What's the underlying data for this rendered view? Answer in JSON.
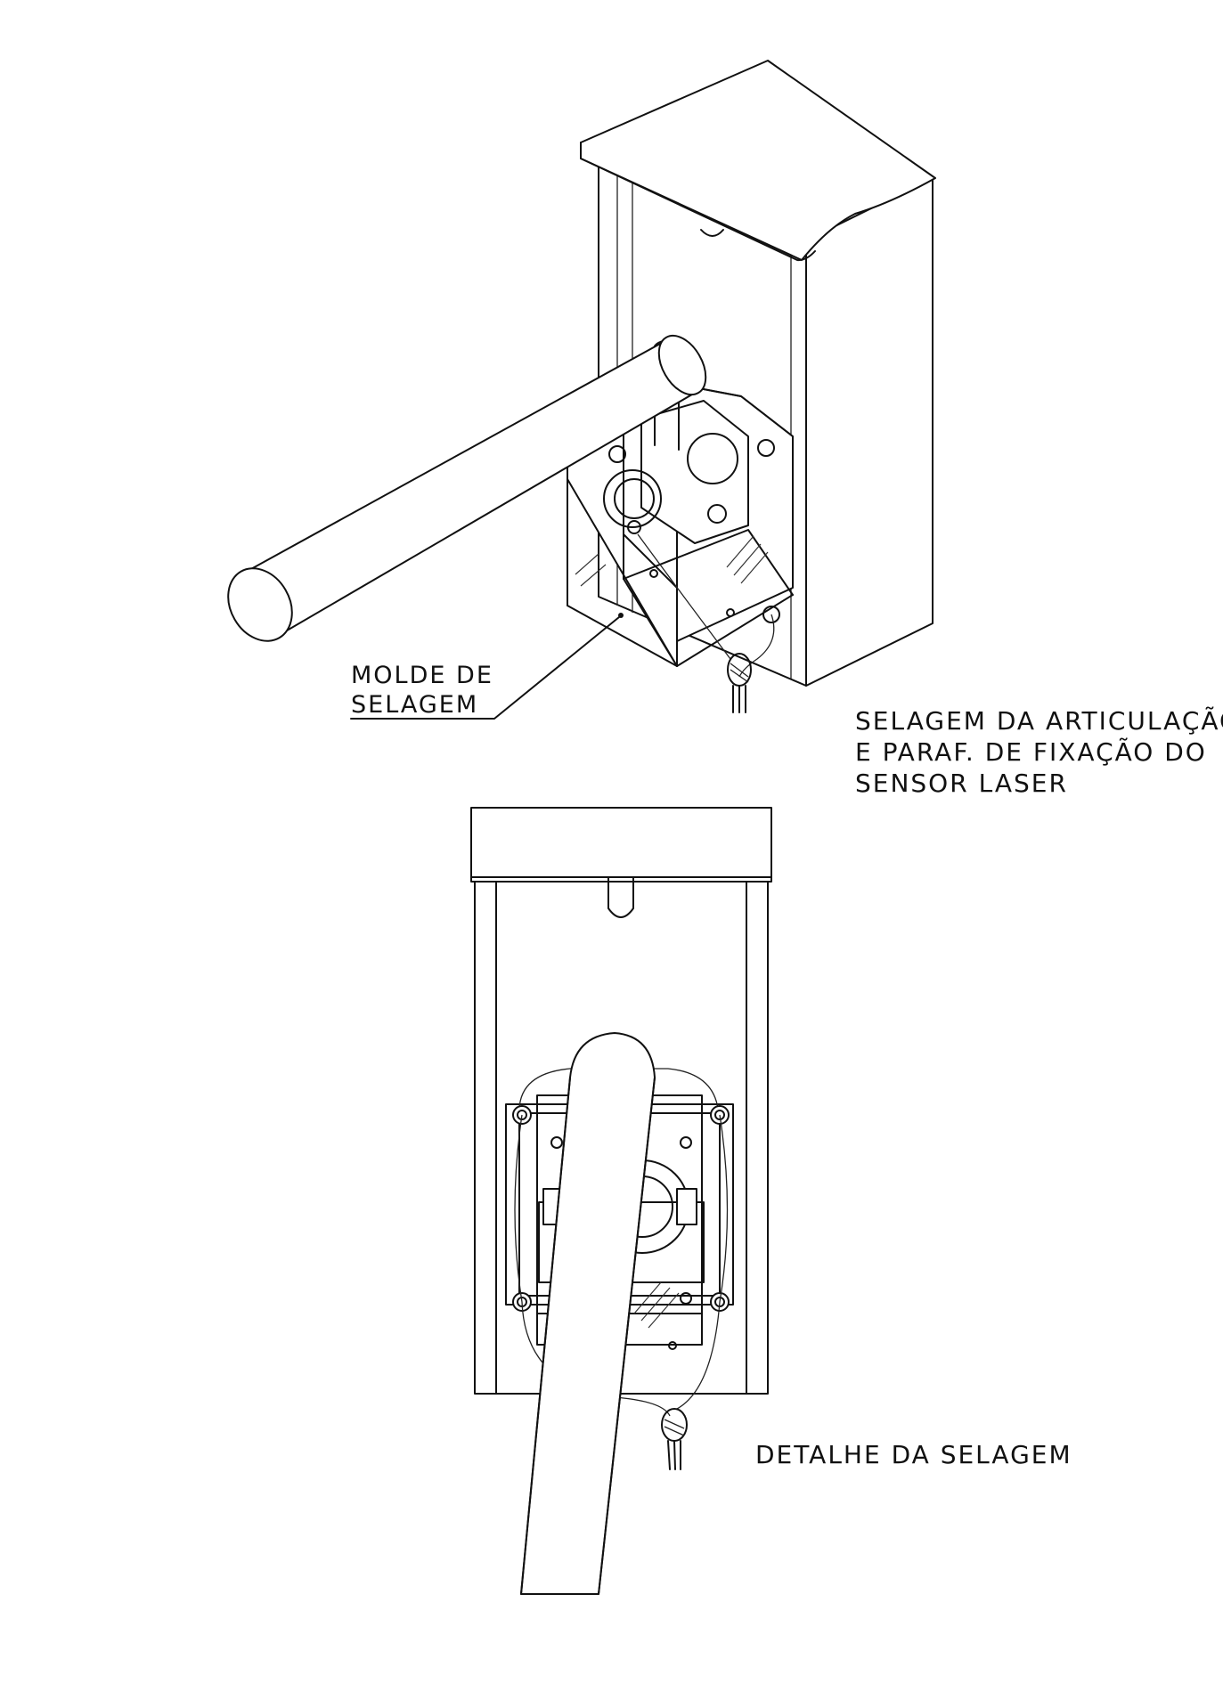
{
  "labels": {
    "molde_de_selagem": [
      "MOLDE DE",
      "SELAGEM"
    ],
    "top_caption": [
      "SELAGEM DA ARTICULAÇÃO",
      "E PARAF. DE FIXAÇÃO DO",
      "SENSOR LASER"
    ],
    "bottom_caption": "DETALHE DA SELAGEM"
  },
  "views": [
    "isometric-view-sealed-articulation",
    "front-view-sealing-detail"
  ]
}
